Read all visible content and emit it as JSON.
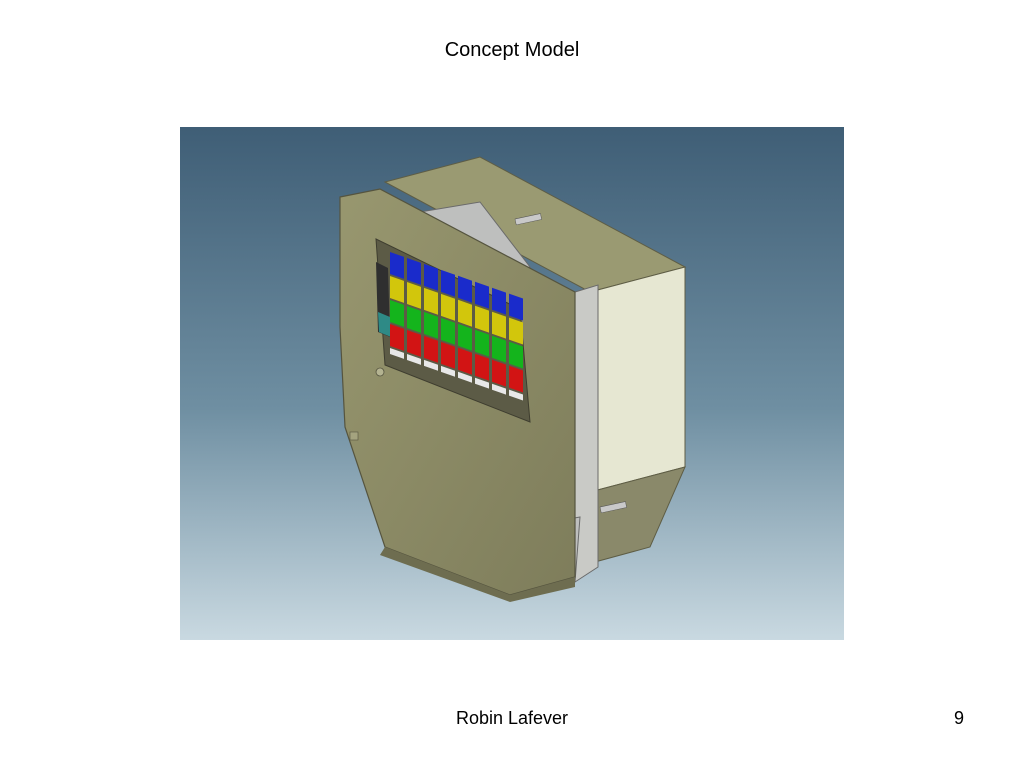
{
  "slide": {
    "title": "Concept Model",
    "author": "Robin Lafever",
    "page_number": "9"
  },
  "figure": {
    "subject": "cad-concept-model-render",
    "background_top": "#3F5E76",
    "background_bottom": "#C7D8E0",
    "panel_colors": {
      "housing": "#8C8B67",
      "housing_dark": "#6E6D50",
      "side_panel": "#E6E7D2",
      "top_panel": "#9A9A72",
      "bracket": "#BEBFBE"
    },
    "cell_colors": [
      "#1A2BCB",
      "#D2C60C",
      "#14B41C",
      "#D21414"
    ]
  }
}
